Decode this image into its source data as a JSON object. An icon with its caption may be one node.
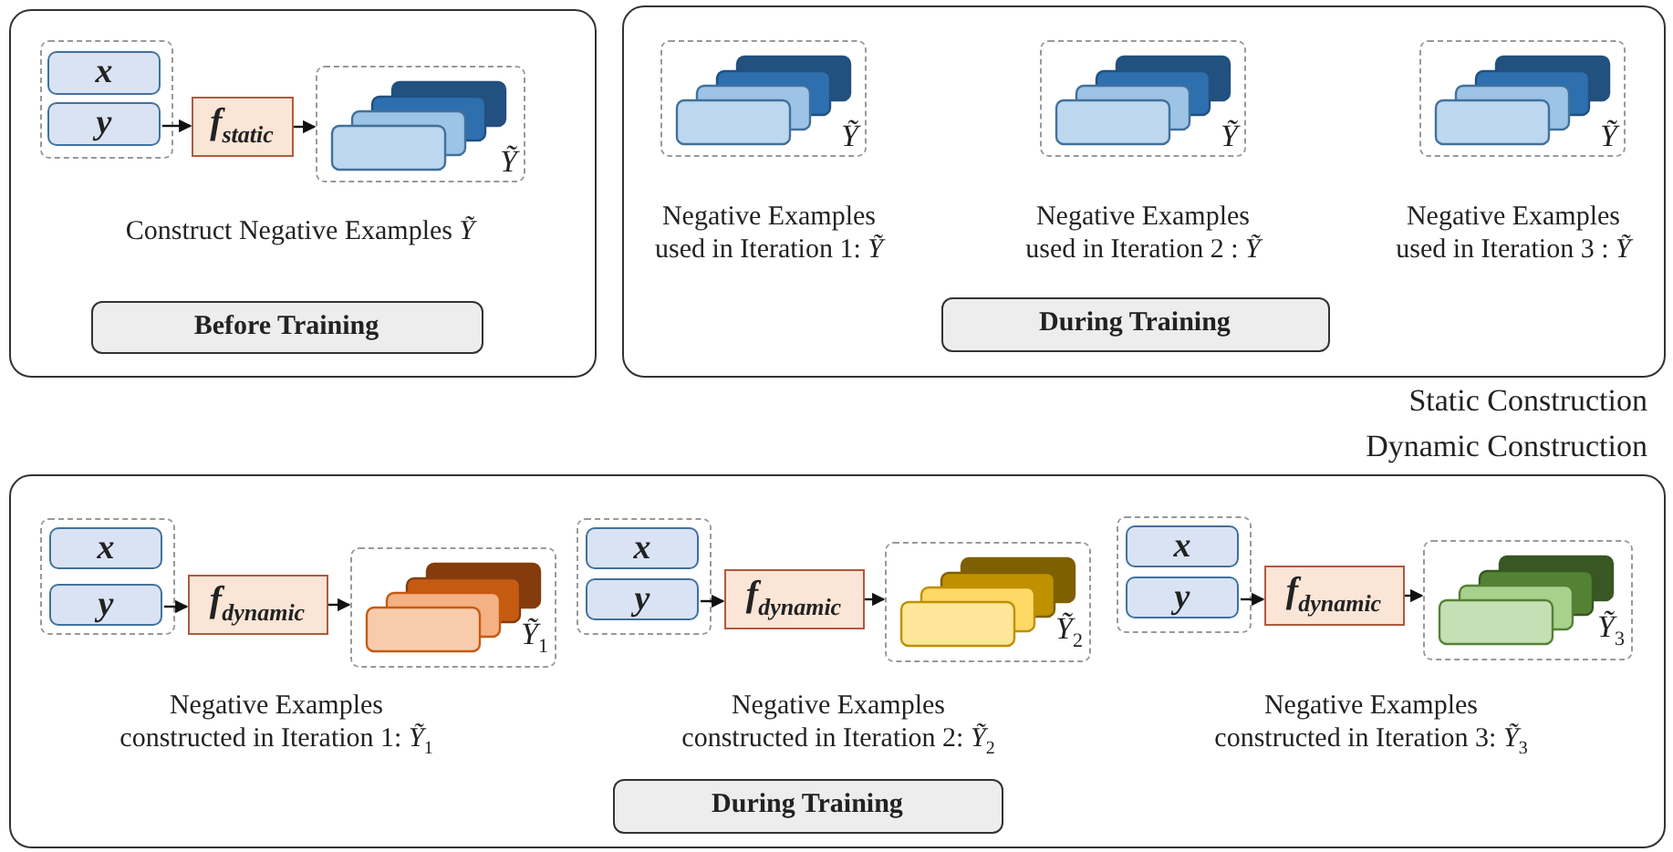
{
  "diagram": {
    "nodes": [
      {
        "text": [],
        "shape": "box"
      },
      {
        "text": [],
        "shape": "box",
        "in": 0
      },
      {
        "text": [
          "x"
        ],
        "in": 1
      },
      {
        "text": [
          "y"
        ],
        "in": 1
      },
      {
        "text": [
          "f$_{static}$"
        ],
        "in": 0
      },
      {
        "text": [
          "*Ỹ*"
        ],
        "in": 0,
        "beside": [
          "Construct Negative Examples *Ỹ*"
        ]
      },
      {
        "text": [
          "Before Training"
        ],
        "in": 0
      },
      {
        "text": [],
        "shape": "box"
      },
      {
        "text": [
          "*Ỹ*"
        ],
        "in": 7,
        "beside": [
          "Negative Examples used in Iteration 1: *Ỹ*"
        ]
      },
      {
        "text": [
          "*Ỹ*"
        ],
        "in": 7,
        "beside": [
          "Negative Examples used in Iteration 2 : *Ỹ*"
        ]
      },
      {
        "text": [
          "*Ỹ*"
        ],
        "in": 7,
        "beside": [
          "Negative Examples used in Iteration 3 : *Ỹ*"
        ]
      },
      {
        "text": [
          "During Training"
        ],
        "in": 7
      },
      {
        "text": [],
        "shape": "box"
      },
      {
        "text": [],
        "shape": "box",
        "in": 12
      },
      {
        "text": [
          "x"
        ],
        "in": 13
      },
      {
        "text": [
          "y"
        ],
        "in": 13
      },
      {
        "text": [
          "f$_{dynamic}$"
        ],
        "in": 12
      },
      {
        "text": [
          "*Ỹ*$_{1}$"
        ],
        "in": 12,
        "beside": [
          "Negative Examples constructed in Iteration 1: *Ỹ*$_{1}$"
        ]
      },
      {
        "text": [],
        "shape": "box",
        "in": 12
      },
      {
        "text": [
          "x"
        ],
        "in": 18
      },
      {
        "text": [
          "y"
        ],
        "in": 18
      },
      {
        "text": [
          "f$_{dynamic}$"
        ],
        "in": 12
      },
      {
        "text": [
          "*Ỹ*$_{2}$"
        ],
        "in": 12,
        "beside": [
          "Negative Examples constructed in Iteration 2: *Ỹ*$_{2}$"
        ]
      },
      {
        "text": [],
        "shape": "box",
        "in": 12
      },
      {
        "text": [
          "x"
        ],
        "in": 23
      },
      {
        "text": [
          "y"
        ],
        "in": 23
      },
      {
        "text": [
          "f$_{dynamic}$"
        ],
        "in": 12
      },
      {
        "text": [
          "*Ỹ*$_{3}$"
        ],
        "in": 12,
        "beside": [
          "Negative Examples constructed in Iteration 3: *Ỹ*$_{3}$"
        ]
      },
      {
        "text": [
          "During Training"
        ],
        "in": 12
      }
    ],
    "edges": [
      {
        "from": 3,
        "to": 4,
        "arrow": "to"
      },
      {
        "from": 4,
        "to": 5,
        "arrow": "to"
      },
      {
        "from": 15,
        "to": 16,
        "arrow": "to"
      },
      {
        "from": 16,
        "to": 17,
        "arrow": "to"
      },
      {
        "from": 20,
        "to": 21,
        "arrow": "to"
      },
      {
        "from": 21,
        "to": 22,
        "arrow": "to"
      },
      {
        "from": 25,
        "to": 26,
        "arrow": "to"
      },
      {
        "from": 26,
        "to": 27,
        "arrow": "to"
      }
    ],
    "labels": [
      "Static Construction",
      "Dynamic Construction"
    ]
  }
}
